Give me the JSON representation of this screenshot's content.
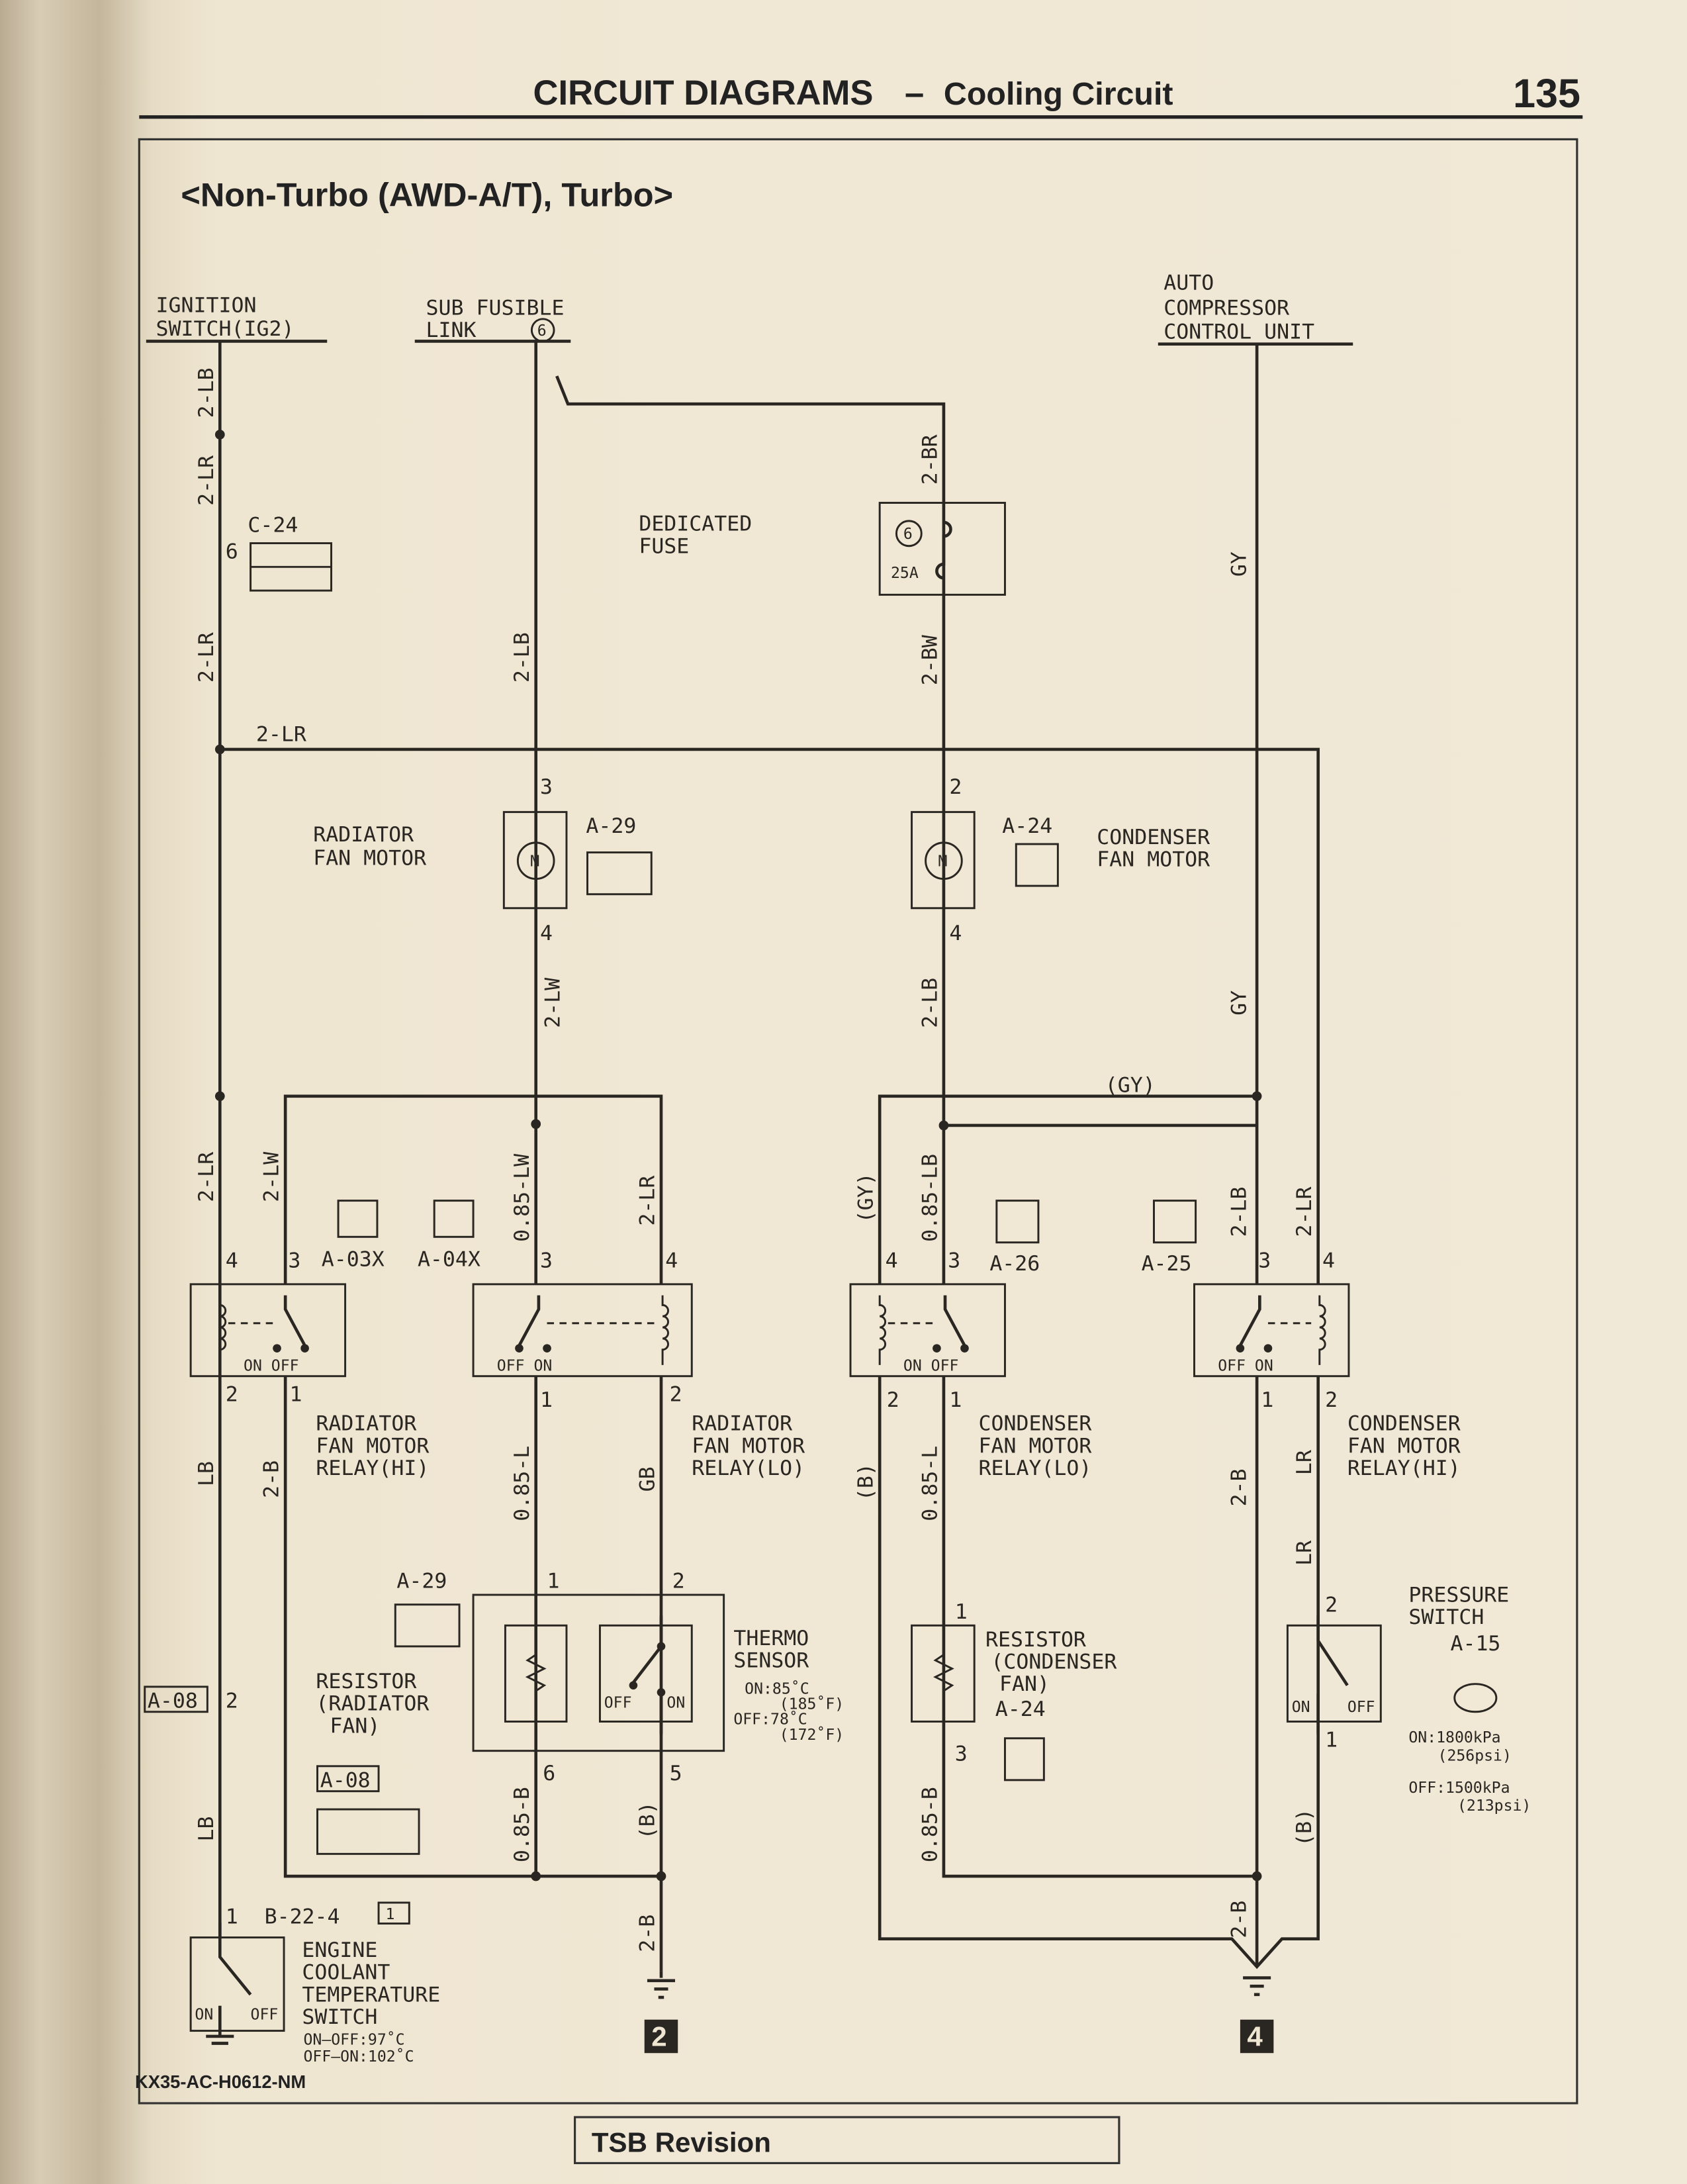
{
  "header": {
    "section": "CIRCUIT DIAGRAMS",
    "dash": "–",
    "subsection": "Cooling Circuit",
    "page_number": "135"
  },
  "subtitle": "<Non-Turbo (AWD-A/T), Turbo>",
  "sources": {
    "ignition": [
      "IGNITION",
      "SWITCH(IG2)"
    ],
    "fusible": [
      "SUB FUSIBLE",
      "LINK",
      "6"
    ],
    "compressor": [
      "AUTO",
      "COMPRESSOR",
      "CONTROL UNIT"
    ]
  },
  "fuse": {
    "label": [
      "DEDICATED",
      "FUSE"
    ],
    "number": "6",
    "rating": "25A"
  },
  "wire_labels": [
    "2-LB",
    "2-LR",
    "2-LR",
    "2-LB",
    "2-BR",
    "2-BW",
    "GY",
    "2-LR",
    "2-LW",
    "2-LB",
    "GY",
    "(GY)",
    "2-LR",
    "2-LW",
    "0.85-LW",
    "2-LR",
    "(GY)",
    "0.85-LB",
    "2-LB",
    "2-LR",
    "LB",
    "2-B",
    "0.85-L",
    "GB",
    "(B)",
    "0.85-L",
    "2-B",
    "LR",
    "LR",
    "LB",
    "0.85-B",
    "(B)",
    "0.85-B",
    "(B)",
    "2-B",
    "2-B"
  ],
  "pins": [
    "6",
    "3",
    "4",
    "2",
    "4",
    "4",
    "3",
    "3",
    "4",
    "4",
    "3",
    "3",
    "4",
    "2",
    "1",
    "1",
    "2",
    "2",
    "1",
    "1",
    "2",
    "1",
    "2",
    "6",
    "5",
    "1",
    "3",
    "2",
    "1",
    "2",
    "1"
  ],
  "components": {
    "c24": "C-24",
    "radiator_motor": [
      "RADIATOR",
      "FAN MOTOR"
    ],
    "a29": "A-29",
    "condenser_motor": [
      "CONDENSER",
      "FAN MOTOR"
    ],
    "a24": "A-24",
    "motor_symbol": "M",
    "a03x": "A-03X",
    "a04x": "A-04X",
    "a26": "A-26",
    "a25": "A-25",
    "relay_rad_hi": [
      "RADIATOR",
      "FAN MOTOR",
      "RELAY(HI)"
    ],
    "relay_rad_lo": [
      "RADIATOR",
      "FAN MOTOR",
      "RELAY(LO)"
    ],
    "relay_con_lo": [
      "CONDENSER",
      "FAN MOTOR",
      "RELAY(LO)"
    ],
    "relay_con_hi": [
      "CONDENSER",
      "FAN MOTOR",
      "RELAY(HI)"
    ],
    "on": "ON",
    "off": "OFF",
    "a29_2": "A-29",
    "resistor_rad": [
      "RESISTOR",
      "(RADIATOR",
      "FAN)"
    ],
    "a08": "A-08",
    "a08_2": "A-08",
    "thermo": [
      "THERMO",
      "SENSOR"
    ],
    "thermo_spec": [
      "ON:85˚C",
      "(185˚F)",
      "OFF:78˚C",
      "(172˚F)"
    ],
    "resistor_con": [
      "RESISTOR",
      "(CONDENSER",
      "FAN)",
      "A-24"
    ],
    "pressure": [
      "PRESSURE",
      "SWITCH",
      "A-15"
    ],
    "pressure_spec": [
      "ON:1800kPa",
      "(256psi)",
      "OFF:1500kPa",
      "(213psi)"
    ],
    "b22": "B-22-4",
    "b22_pin": "1",
    "ect": [
      "ENGINE",
      "COOLANT",
      "TEMPERATURE",
      "SWITCH"
    ],
    "ect_spec": [
      "ON—OFF:97˚C",
      "OFF—ON:102˚C"
    ]
  },
  "grounds": [
    "2",
    "4"
  ],
  "footer": {
    "code": "KX35-AC-H0612-NM",
    "revision": "TSB Revision"
  }
}
